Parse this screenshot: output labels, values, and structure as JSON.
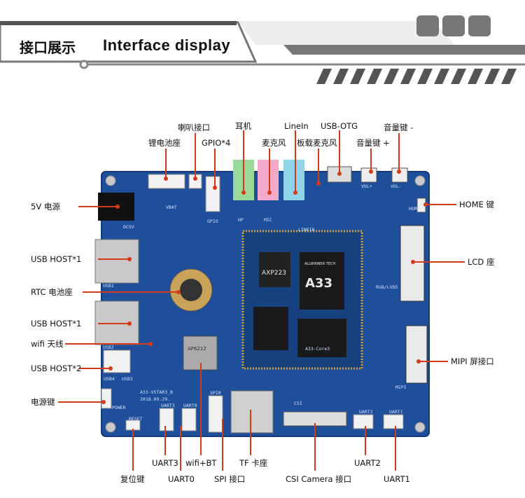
{
  "header": {
    "title_cn": "接口展示",
    "title_en": "Interface display"
  },
  "colors": {
    "board": "#1f4f9a",
    "board_dark": "#143a78",
    "callout": "#d23a1a",
    "header_gray": "#8a8a8a"
  },
  "board": {
    "silk_vbat": "VBAT",
    "silk_dc5v": "DC5V",
    "silk_gpio": "GPIO",
    "silk_hp": "HP",
    "silk_mic": "MIC",
    "silk_linein": "LINEIN",
    "silk_usb1": "USB1",
    "silk_usb2": "USB2",
    "silk_usb4": "USB4",
    "silk_usb3": "USB3",
    "silk_power": "POWER",
    "silk_reset": "RESET",
    "silk_uart3": "UART3",
    "silk_uart0": "UART0",
    "silk_spi0": "SPI0",
    "silk_csi": "CSI",
    "silk_uart2": "UART2",
    "silk_uart1": "UART1",
    "silk_rgb": "RGB/LVDS",
    "silk_mipi": "MIPI",
    "silk_home": "HOME",
    "silk_volp": "VOL+",
    "silk_volm": "VOL-",
    "silk_model": "A33-VSTAR3_B",
    "silk_date": "2018.09.29.",
    "chip_cpu": "A33",
    "chip_brand": "ALLWINNER TECH",
    "chip_pmic": "AXP223",
    "chip_wifi": "AP6212",
    "core_label": "A33-Core3"
  },
  "labels": {
    "speaker": "喇叭接口",
    "battery": "锂电池座",
    "gpio": "GPIO*4",
    "earphone": "耳机",
    "linein": "LineIn",
    "mic": "麦克风",
    "onboard_mic": "板载麦克风",
    "usb_otg": "USB-OTG",
    "vol_minus": "音量键 -",
    "vol_plus": "音量键 +",
    "power_5v": "5V 电源",
    "usb_host_1a": "USB HOST*1",
    "rtc": "RTC 电池座",
    "usb_host_1b": "USB HOST*1",
    "wifi_antenna": "wifi 天线",
    "usb_host_2": "USB HOST*2",
    "power_key": "电源键",
    "home_key": "HOME 键",
    "lcd": "LCD 座",
    "mipi": "MIPI 屏接口",
    "uart3": "UART3",
    "wifi_bt": "wifi+BT",
    "tf": "TF 卡座",
    "uart2": "UART2",
    "reset": "复位键",
    "uart0": "UART0",
    "spi": "SPI 接口",
    "csi": "CSI Camera 接口",
    "uart1": "UART1"
  }
}
